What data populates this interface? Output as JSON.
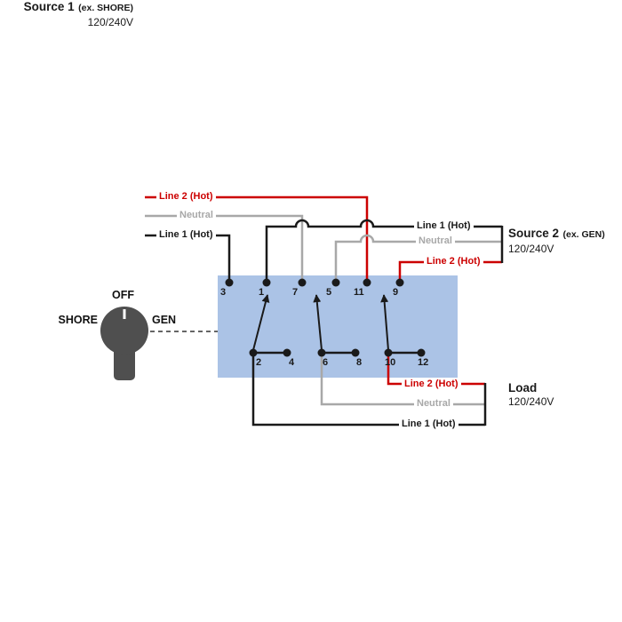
{
  "colors": {
    "hot": "#cc0000",
    "neutral": "#a8a8a8",
    "ink": "#1a1a1a",
    "box": "#abc3e6",
    "knob": "#4f4f4f"
  },
  "selector": {
    "off_label": "OFF",
    "shore_label": "SHORE",
    "gen_label": "GEN"
  },
  "source1": {
    "title": "Source 1",
    "subtitle": "(ex. SHORE)",
    "voltage": "120/240V",
    "line2_label": "Line 2 (Hot)",
    "neutral_label": "Neutral",
    "line1_label": "Line 1 (Hot)"
  },
  "source2": {
    "title": "Source 2",
    "subtitle": "(ex. GEN)",
    "voltage": "120/240V",
    "line1_label": "Line 1 (Hot)",
    "neutral_label": "Neutral",
    "line2_label": "Line 2 (Hot)"
  },
  "load": {
    "title": "Load",
    "voltage": "120/240V",
    "line2_label": "Line 2 (Hot)",
    "neutral_label": "Neutral",
    "line1_label": "Line 1 (Hot)"
  },
  "terminals": {
    "top": [
      "3",
      "1",
      "7",
      "5",
      "11",
      "9"
    ],
    "bottom": [
      "2",
      "4",
      "6",
      "8",
      "10",
      "12"
    ]
  }
}
